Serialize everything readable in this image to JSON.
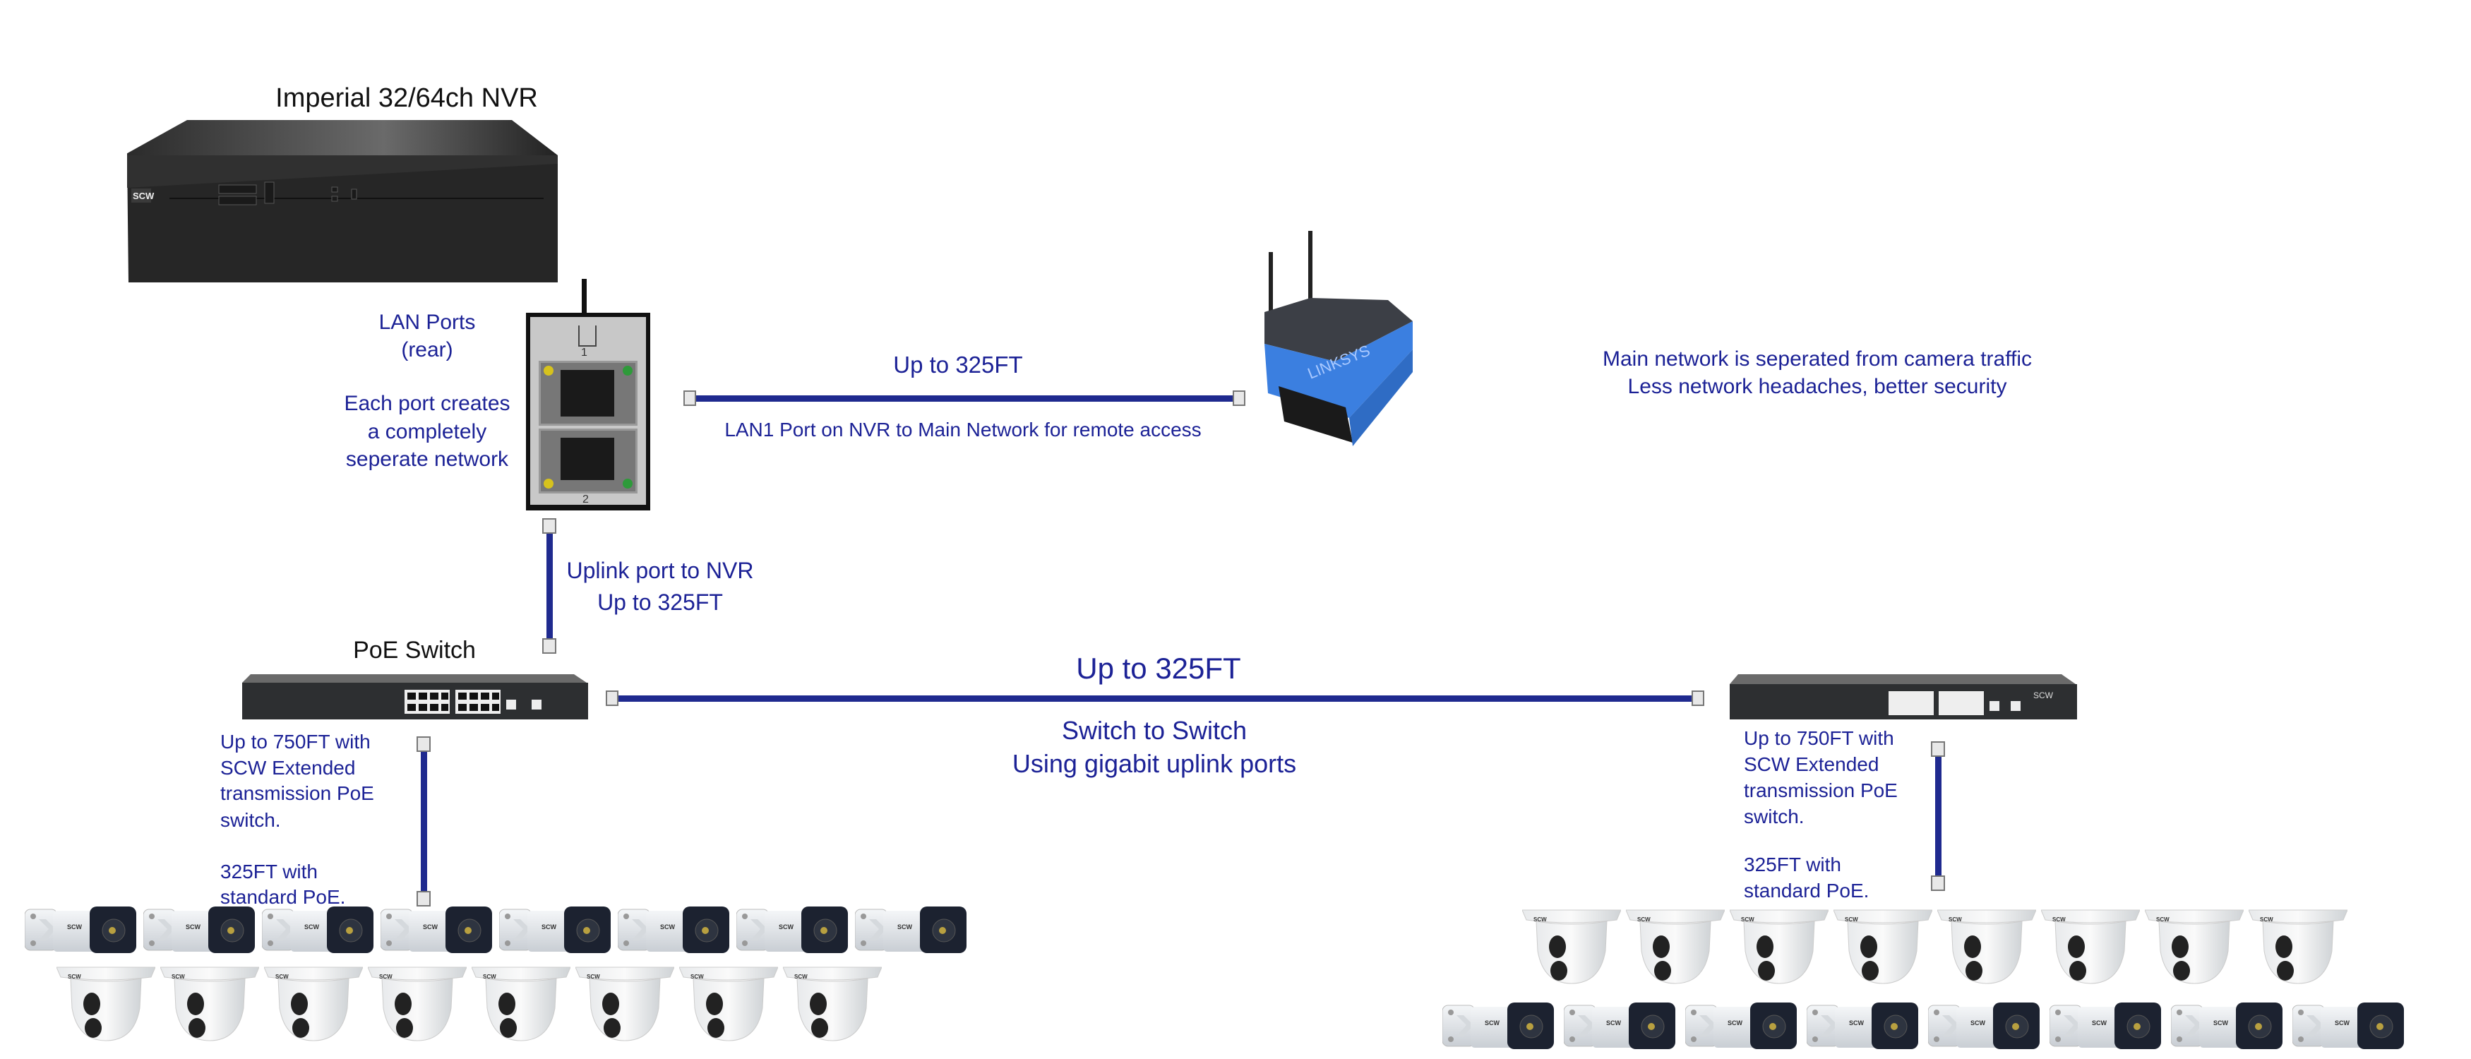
{
  "nvr": {
    "title": "Imperial 32/64ch NVR",
    "brand": "SCW"
  },
  "lan_panel": {
    "label_line1": "LAN Ports",
    "label_line2": "(rear)",
    "desc_line1": "Each port creates",
    "desc_line2": "a completely",
    "desc_line3": "seperate network",
    "port1": "1",
    "port2": "2"
  },
  "lan_link": {
    "distance": "Up to 325FT",
    "caption": "LAN1 Port on NVR to Main Network for remote access"
  },
  "router": {
    "brand": "LINKSYS",
    "note_line1": "Main network is seperated from camera traffic",
    "note_line2": "Less network headaches, better security"
  },
  "uplink": {
    "line1": "Uplink port to NVR",
    "line2": "Up to 325FT"
  },
  "poe_switch": {
    "title": "PoE Switch"
  },
  "switch_link": {
    "distance": "Up to 325FT",
    "line1": "Switch to Switch",
    "line2": "Using gigabit uplink ports"
  },
  "left_notes": {
    "line1": "Up to 750FT with",
    "line2": "SCW Extended",
    "line3": "transmission PoE",
    "line4": "switch.",
    "line5": "325FT with",
    "line6": "standard PoE."
  },
  "right_notes": {
    "line1": "Up to 750FT with",
    "line2": "SCW Extended",
    "line3": "transmission PoE",
    "line4": "switch.",
    "line5": "325FT with",
    "line6": "standard PoE."
  },
  "cameras": {
    "left": {
      "bullet_count": 8,
      "dome_count": 8
    },
    "right": {
      "dome_count": 8,
      "bullet_count": 8
    }
  },
  "colors": {
    "text": "#1c2296",
    "cable": "#1f2a8f",
    "router_blue": "#3b7fe0"
  }
}
